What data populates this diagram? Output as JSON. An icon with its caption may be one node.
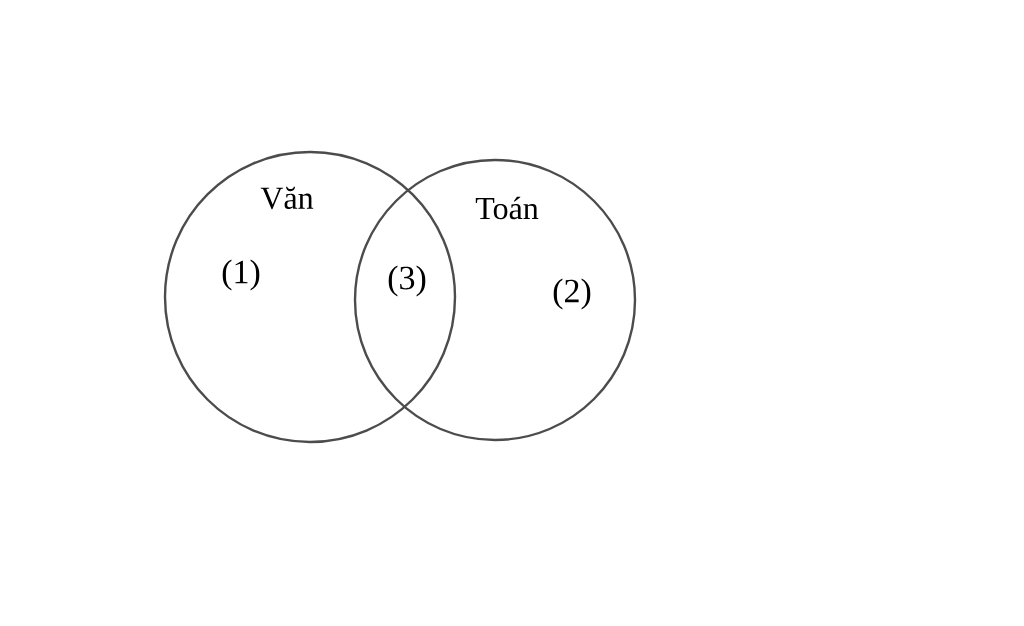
{
  "diagram": {
    "nodes": [
      {
        "text": [
          "Văn"
        ]
      },
      {
        "text": [
          "Toán"
        ]
      }
    ],
    "labels": [
      "(1)",
      "(3)",
      "(2)"
    ]
  }
}
